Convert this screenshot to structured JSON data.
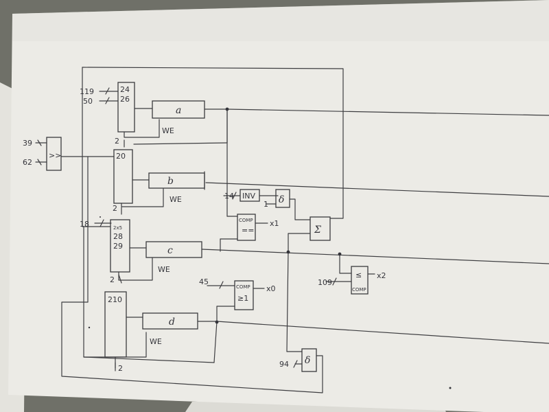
{
  "colors": {
    "paper": "#ecebe6",
    "ink": "#3d3d40",
    "background": "#6f7068"
  },
  "labels": {
    "in_119": "119",
    "in_50": "50",
    "in_39": "39",
    "in_62": "62",
    "in_18": "18",
    "in_14": "14",
    "in_45": "45",
    "in_109": "109",
    "in_94": "94",
    "shift": ">>",
    "mux_a_top": "24",
    "mux_a_bottom": "26",
    "mux_a_sel": "2",
    "mux_b_top": "20",
    "mux_b_sel": "2",
    "mux_c_top": "2x5",
    "mux_c_mid1": "28",
    "mux_c_mid2": "29",
    "mux_c_sel": "2",
    "mux_d_top": "210",
    "mux_d_sel": "2",
    "reg_a": "a",
    "reg_b": "b",
    "reg_c": "c",
    "reg_d": "d",
    "we": "WE",
    "inv": "INV",
    "inv_one": "1",
    "delta": "δ",
    "comp_eq_top": "COMP",
    "comp_eq_bottom": "==",
    "x1": "x1",
    "sigma": "Σ",
    "comp_ge_top": "COMP",
    "comp_ge_bottom": "≥1",
    "x0": "x0",
    "comp_le_top": "≤",
    "comp_le_bottom": "COMP",
    "x2": "x2"
  }
}
